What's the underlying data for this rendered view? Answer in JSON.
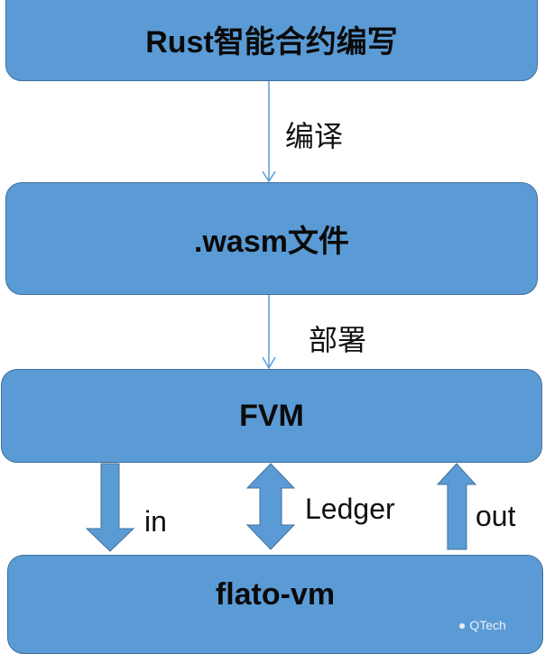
{
  "diagram": {
    "nodes": [
      {
        "id": "rust",
        "label": "Rust智能合约编写"
      },
      {
        "id": "wasm",
        "label": ".wasm文件"
      },
      {
        "id": "fvm",
        "label": "FVM"
      },
      {
        "id": "flato",
        "label": "flato-vm"
      }
    ],
    "edges": [
      {
        "from": "rust",
        "to": "wasm",
        "label": "编译"
      },
      {
        "from": "wasm",
        "to": "fvm",
        "label": "部署"
      },
      {
        "from": "fvm",
        "to": "flato",
        "label": "in",
        "style": "block-arrow-down"
      },
      {
        "from": "fvm",
        "to": "flato",
        "label": "Ledger",
        "style": "block-arrow-both"
      },
      {
        "from": "flato",
        "to": "fvm",
        "label": "out",
        "style": "block-arrow-up"
      }
    ],
    "colors": {
      "box_fill": "#5b9bd5",
      "box_border": "#41719c",
      "line": "#5b9bd5"
    },
    "watermark": "QTech"
  }
}
